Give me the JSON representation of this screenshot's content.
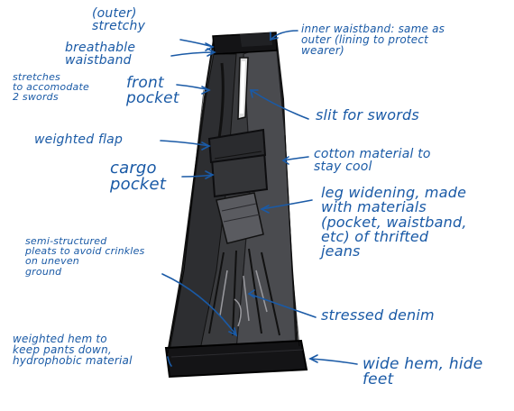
{
  "colors": {
    "ink": "#1a5aa6",
    "fabric_dark": "#3a3b3e",
    "fabric_mid": "#4a4b4f",
    "fabric_black": "#141416",
    "paper": "#ffffff"
  },
  "labels": {
    "outer_stretchy": "(outer)\nstretchy",
    "breathable_waistband": "breathable\nwaistband",
    "stretches": "stretches\nto accomodate\n2 swords",
    "front_pocket": "front\npocket",
    "weighted_flap": "weighted flap",
    "cargo_pocket": "cargo\npocket",
    "semi_structured": "semi-structured\npleats to avoid crinkles\non uneven\nground",
    "weighted_hem": "weighted hem to\nkeep pants down,\nhydrophobic material",
    "inner_waistband": "inner waistband: same as\nouter (lining to protect\nwearer)",
    "slit_for_swords": "slit for swords",
    "cotton_material": "cotton material to\nstay cool",
    "leg_widening": "leg widening, made\nwith materials\n(pocket, waistband,\netc) of thrifted\njeans",
    "stressed_denim": "stressed denim",
    "wide_hem": "wide hem, hide\nfeet"
  }
}
